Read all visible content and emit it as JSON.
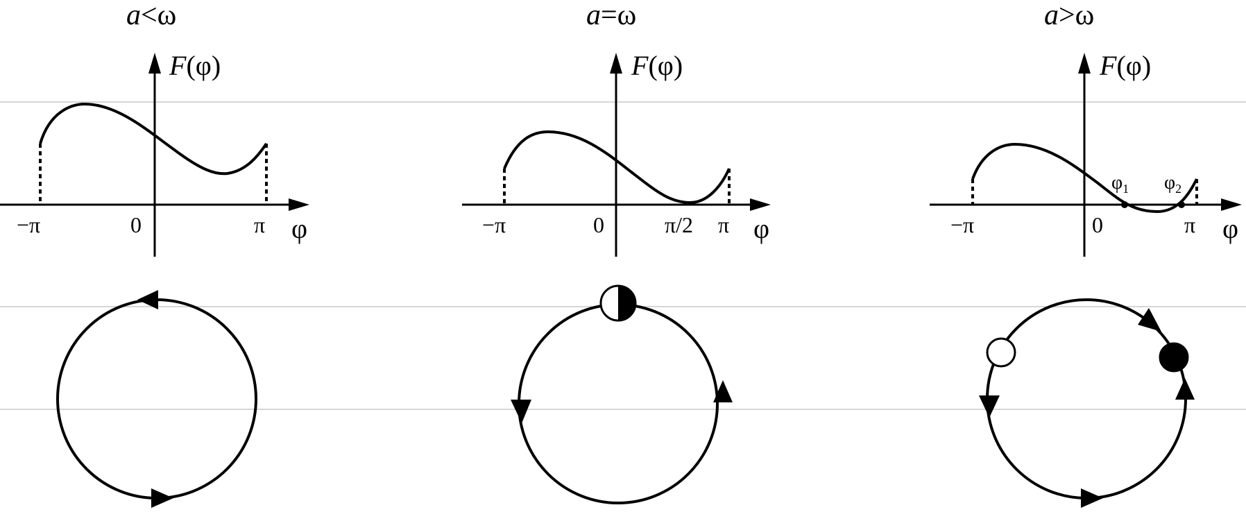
{
  "panels": [
    {
      "id": "a-less-omega",
      "title": {
        "var": "a",
        "rel": "<ω"
      },
      "y_label": {
        "var": "F",
        "arg": "(φ)"
      },
      "x_label": "φ",
      "ticks": {
        "neg_pi": "−π",
        "zero": "0",
        "pi": "π"
      }
    },
    {
      "id": "a-equals-omega",
      "title": {
        "var": "a",
        "rel": "=ω"
      },
      "y_label": {
        "var": "F",
        "arg": "(φ)"
      },
      "x_label": "φ",
      "ticks": {
        "neg_pi": "−π",
        "zero": "0",
        "half_pi": "π/2",
        "pi": "π"
      }
    },
    {
      "id": "a-greater-omega",
      "title": {
        "var": "a",
        "rel": ">ω"
      },
      "y_label": {
        "var": "F",
        "arg": "(φ)"
      },
      "x_label": "φ",
      "ticks": {
        "neg_pi": "−π",
        "zero": "0",
        "pi": "π"
      },
      "roots": {
        "phi1_base": "φ",
        "phi1_sub": "1",
        "phi2_base": "φ",
        "phi2_sub": "2"
      }
    }
  ],
  "colors": {
    "ink": "#000000",
    "guide": "#c8c8c8",
    "background": "#ffffff"
  }
}
